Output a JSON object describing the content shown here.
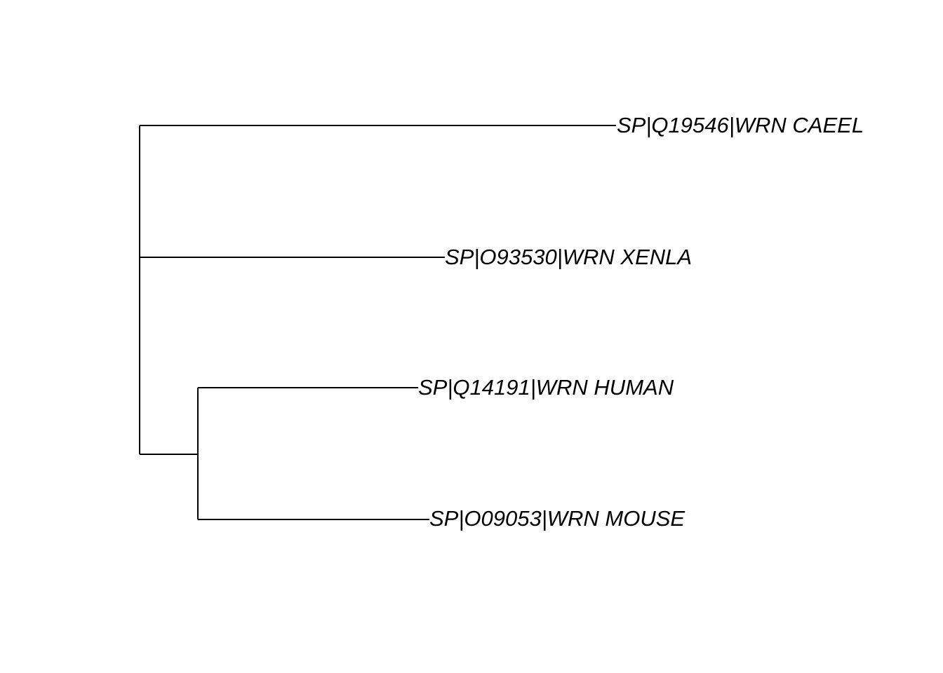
{
  "tree": {
    "taxa": [
      {
        "id": "caeel",
        "label": "SP|Q19546|WRN CAEEL"
      },
      {
        "id": "xenla",
        "label": "SP|O93530|WRN XENLA"
      },
      {
        "id": "human",
        "label": "SP|Q14191|WRN HUMAN"
      },
      {
        "id": "mouse",
        "label": "SP|O09053|WRN MOUSE"
      }
    ],
    "colors": {
      "line": "#000000",
      "text": "#000000",
      "background": "#ffffff"
    }
  }
}
